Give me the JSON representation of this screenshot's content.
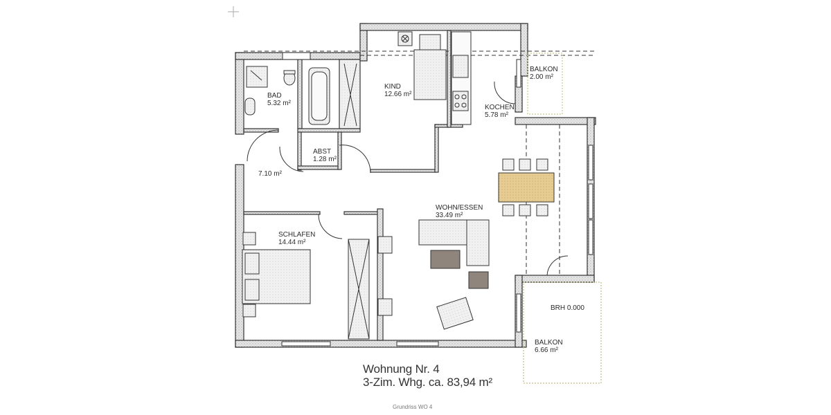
{
  "plan": {
    "title": "Wohnung Nr. 4",
    "subtitle": "3-Zim. Whg. ca. 83,94 m²",
    "caption": "Grundriss WO 4",
    "rooms": [
      {
        "name": "BAD",
        "area": "5.32 m²"
      },
      {
        "name": "KIND",
        "area": "12.66 m²"
      },
      {
        "name": "KOCHEN",
        "area": "5.78 m²"
      },
      {
        "name": "BALKON",
        "area": "2.00 m²"
      },
      {
        "name": "ABST",
        "area": "1.28 m²"
      },
      {
        "name": "",
        "area": "7.10 m²"
      },
      {
        "name": "WOHN/ESSEN",
        "area": "33.49 m²"
      },
      {
        "name": "SCHLAFEN",
        "area": "14.44 m²"
      },
      {
        "name": "BALKON",
        "area": "6.66 m²"
      }
    ],
    "level_note": "BRH 0.000",
    "colors": {
      "wall_fill": "#d9d9d9",
      "line": "#333333",
      "table": "#e3c98e",
      "rug": "#8f857c",
      "balcony_edge": "#d6d0a0"
    }
  }
}
